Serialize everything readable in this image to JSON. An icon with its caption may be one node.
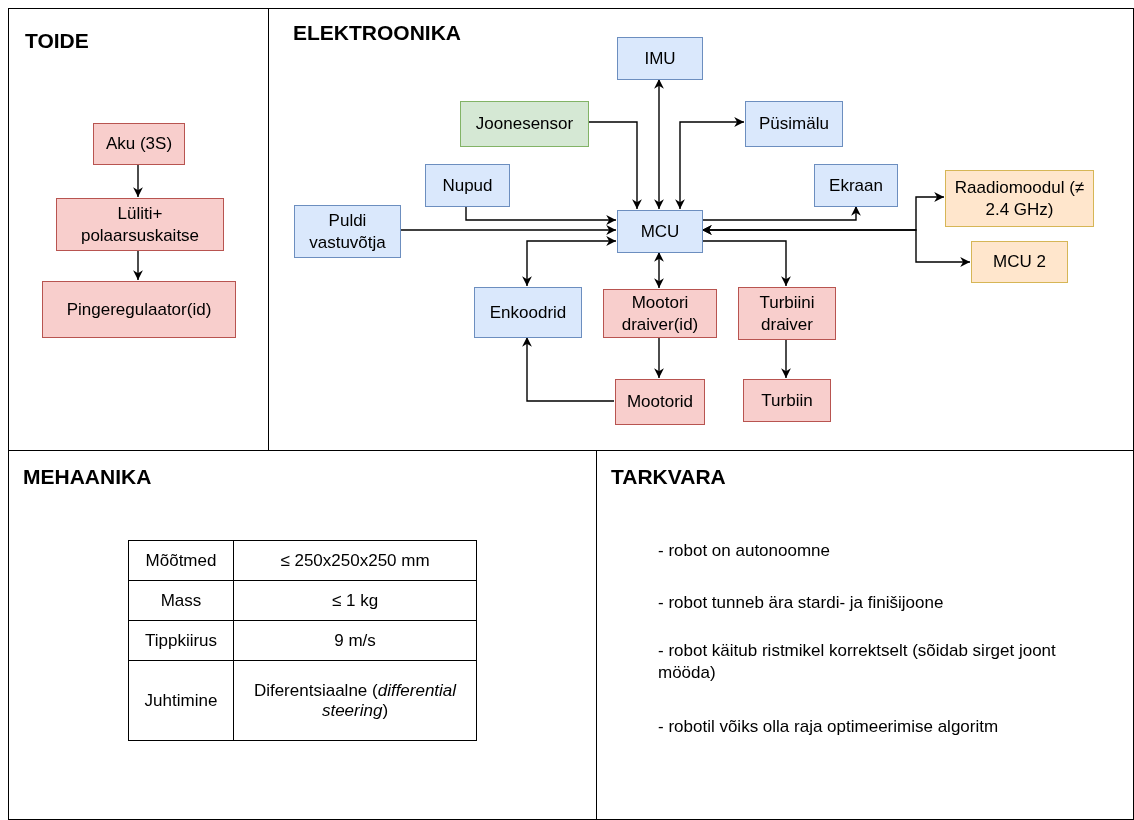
{
  "diagram": {
    "nodes": [
      {
        "text": [
          "TOIDE"
        ]
      },
      {
        "text": [
          "Aku (3S)"
        ],
        "in": 0
      },
      {
        "text": [
          "Lüliti+ polaarsuskaitse"
        ],
        "in": 0
      },
      {
        "text": [
          "Pingeregulaator(id)"
        ],
        "in": 0
      },
      {
        "text": [
          "ELEKTROONIKA"
        ]
      },
      {
        "text": [
          "IMU"
        ],
        "in": 4
      },
      {
        "text": [
          "Joonesensor"
        ],
        "in": 4
      },
      {
        "text": [
          "Püsimälu"
        ],
        "in": 4
      },
      {
        "text": [
          "Nupud"
        ],
        "in": 4
      },
      {
        "text": [
          "Ekraan"
        ],
        "in": 4
      },
      {
        "text": [
          "Puldi vastuvõtja"
        ],
        "in": 4
      },
      {
        "text": [
          "MCU"
        ],
        "in": 4
      },
      {
        "text": [
          "Raadiomoodul (≠ 2.4 GHz)"
        ],
        "in": 4
      },
      {
        "text": [
          "MCU 2"
        ],
        "in": 4
      },
      {
        "text": [
          "Enkoodrid"
        ],
        "in": 4
      },
      {
        "text": [
          "Mootori draiver(id)"
        ],
        "in": 4
      },
      {
        "text": [
          "Turbiini draiver"
        ],
        "in": 4
      },
      {
        "text": [
          "Mootorid"
        ],
        "in": 4
      },
      {
        "text": [
          "Turbiin"
        ],
        "in": 4
      },
      {
        "text": [
          "MEHAANIKA"
        ]
      },
      {
        "text": [
          "TARKVARA"
        ]
      }
    ],
    "edges": [
      {
        "from": 1,
        "to": 2,
        "arrow": "to"
      },
      {
        "from": 2,
        "to": 3,
        "arrow": "to"
      },
      {
        "from": 11,
        "to": 5,
        "arrow": "both"
      },
      {
        "from": 6,
        "to": 11,
        "arrow": "to"
      },
      {
        "from": 11,
        "to": 7,
        "arrow": "both"
      },
      {
        "from": 8,
        "to": 11,
        "arrow": "to"
      },
      {
        "from": 11,
        "to": 9,
        "arrow": "to"
      },
      {
        "from": 10,
        "to": 11,
        "arrow": "to"
      },
      {
        "from": 11,
        "to": 12,
        "arrow": "both"
      },
      {
        "from": 11,
        "to": 13,
        "arrow": "both"
      },
      {
        "from": 11,
        "to": 14,
        "arrow": "both"
      },
      {
        "from": 11,
        "to": 15,
        "arrow": "both"
      },
      {
        "from": 11,
        "to": 16,
        "arrow": "to"
      },
      {
        "from": 15,
        "to": 17,
        "arrow": "to"
      },
      {
        "from": 17,
        "to": 14,
        "arrow": "to"
      },
      {
        "from": 16,
        "to": 18,
        "arrow": "to"
      }
    ],
    "labels": [
      "Mõõtmed",
      "≤ 250x250x250 mm",
      "Mass",
      "≤ 1 kg",
      "Tippkiirus",
      "9 m/s",
      "Juhtimine",
      "Diferentsiaalne (*differential steering*)",
      "- robot on autonoomne",
      "- robot tunneb ära stardi- ja finišijoone",
      "- robot käitub ristmikel korrektselt (sõidab sirget joont mööda)",
      "- robotil võiks olla raja optimeerimise algoritm"
    ]
  }
}
